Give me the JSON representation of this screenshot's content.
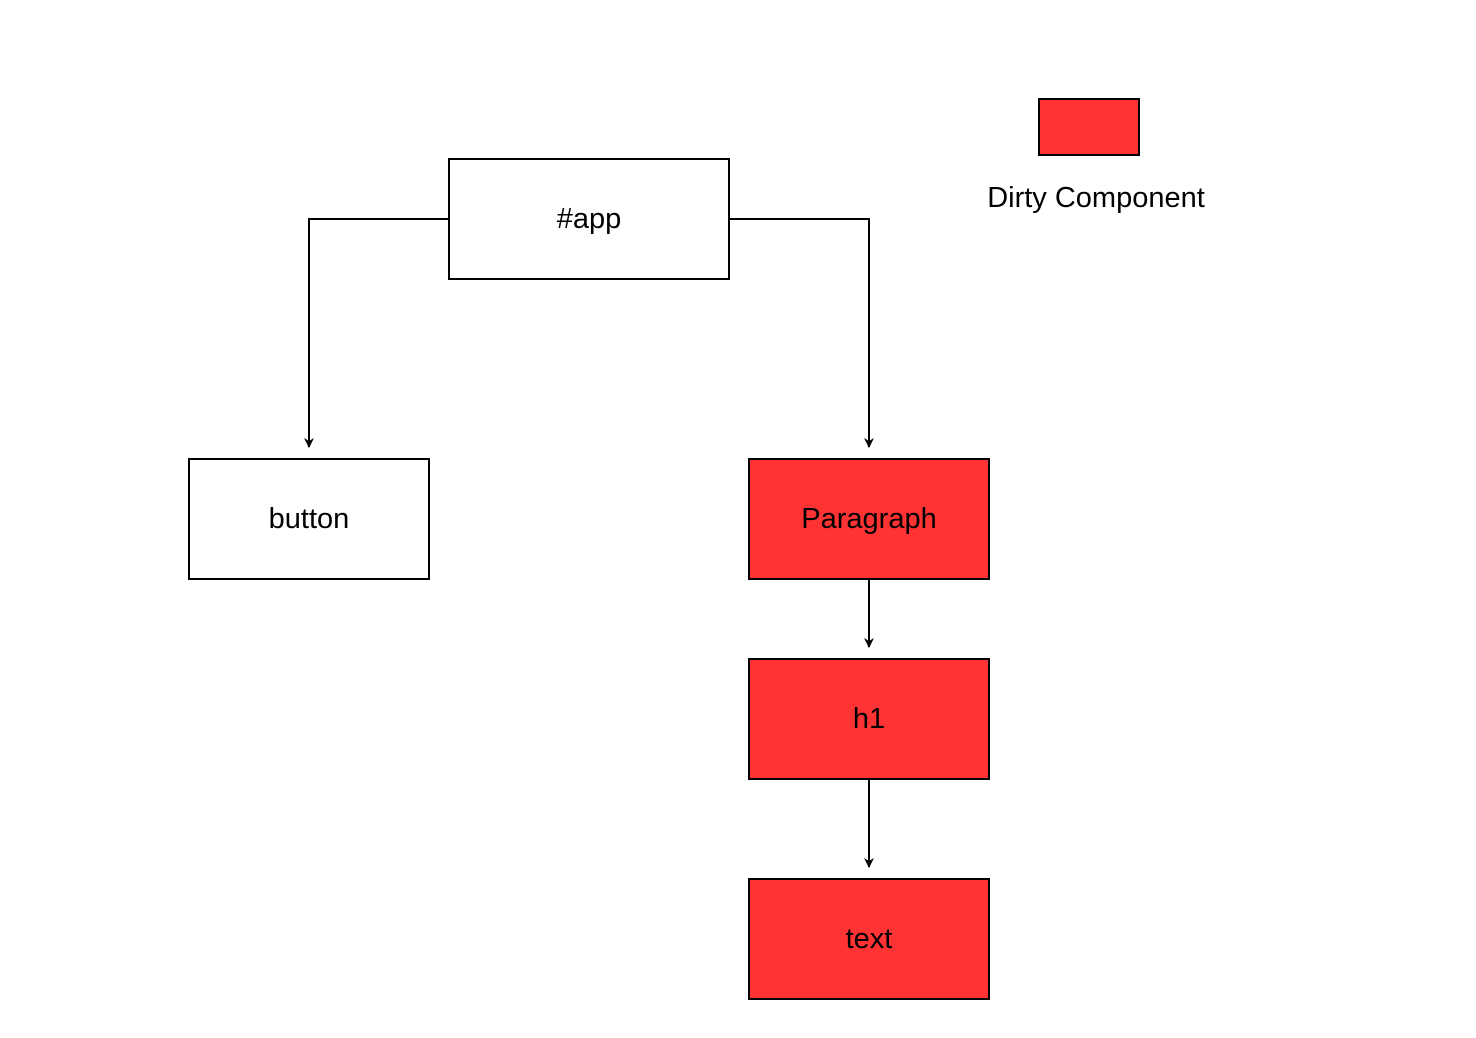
{
  "colors": {
    "dirty": "#ff3333",
    "clean": "#ffffff",
    "stroke": "#000000"
  },
  "legend": {
    "label": "Dirty Component"
  },
  "nodes": {
    "app": {
      "label": "#app",
      "dirty": false
    },
    "button": {
      "label": "button",
      "dirty": false
    },
    "paragraph": {
      "label": "Paragraph",
      "dirty": true
    },
    "h1": {
      "label": "h1",
      "dirty": true
    },
    "text": {
      "label": "text",
      "dirty": true
    }
  },
  "edges": [
    {
      "from": "app",
      "to": "button"
    },
    {
      "from": "app",
      "to": "paragraph"
    },
    {
      "from": "paragraph",
      "to": "h1"
    },
    {
      "from": "h1",
      "to": "text"
    }
  ]
}
